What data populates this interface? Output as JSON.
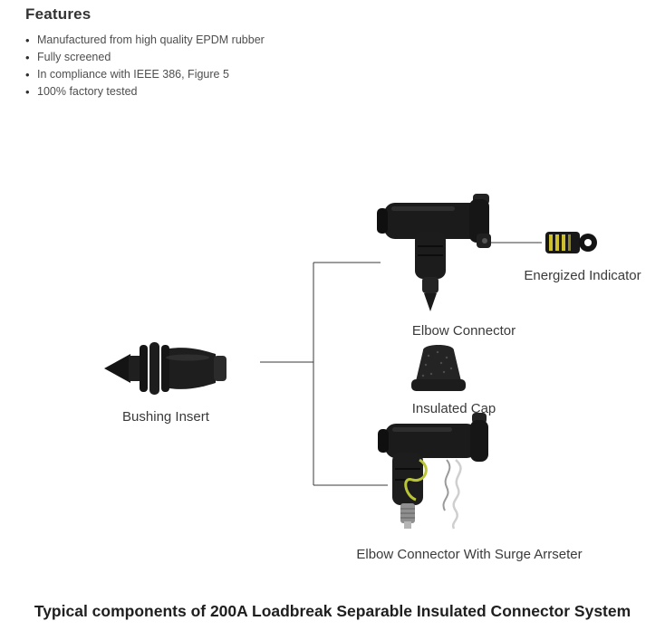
{
  "features": {
    "title": "Features",
    "items": [
      "Manufactured from high quality EPDM rubber",
      "Fully screened",
      "In compliance with IEEE 386, Figure 5",
      "100% factory tested"
    ]
  },
  "diagram": {
    "labels": {
      "bushing_insert": "Bushing Insert",
      "elbow_connector": "Elbow Connector",
      "energized_indicator": "Energized Indicator",
      "insulated_cap": "Insulated Cap",
      "elbow_surge_arrester": "Elbow Connector With Surge Arrseter"
    }
  },
  "caption": "Typical components of 200A Loadbreak Separable Insulated Connector System",
  "colors": {
    "component_body": "#1b1b1b",
    "indicator_band": "#cdbf2e",
    "ground_wire": "#b9c437",
    "metal_stud": "#8f8f8f",
    "callout_line": "#3a3a3a",
    "label_text": "#3a3a3a",
    "heading_text": "#333333"
  }
}
